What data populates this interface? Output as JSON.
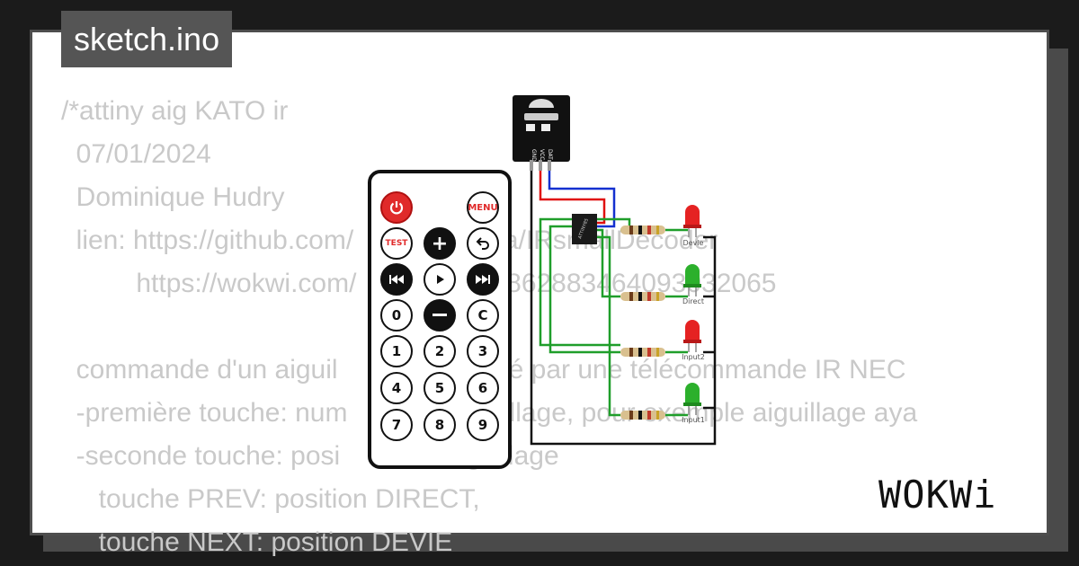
{
  "title": "sketch.ino",
  "code_lines": [
    "/*attiny aig KATO ir",
    "  07/01/2024",
    "  Dominique Hudry",
    "  lien: https://github.com/                    a/IRsmallDecoder",
    "          https://wokwi.com/                  3862883464093032065",
    "",
    "  commande d'un aiguil                 codé par une télécommande IR NEC",
    "  -première touche: num              aiguillage, pour exemple aiguillage aya",
    "  -seconde touche: posi              aiguillage",
    "     touche PREV: position DIRECT,",
    "     touche NEXT: position DEVIE"
  ],
  "remote": {
    "power_icon": "power-icon",
    "menu": "MENU",
    "test": "TEST",
    "plus": "+",
    "back_icon": "return-arrow-icon",
    "prev_icon": "prev-icon",
    "play_icon": "play-icon",
    "next_icon": "next-icon",
    "zero": "0",
    "minus_icon": "minus-icon",
    "c": "C",
    "one": "1",
    "two": "2",
    "three": "3",
    "four": "4",
    "five": "5",
    "six": "6",
    "seven": "7",
    "eight": "8",
    "nine": "9"
  },
  "ir_receiver": {
    "pins": [
      "GND",
      "VCC",
      "DAT"
    ]
  },
  "chip": {
    "label": "ATTINY85"
  },
  "leds": [
    {
      "label": "Devie",
      "color": "#e52222"
    },
    {
      "label": "Direct",
      "color": "#2cb02c"
    },
    {
      "label": "Input2",
      "color": "#e52222"
    },
    {
      "label": "Input1",
      "color": "#2cb02c"
    }
  ],
  "wire_colors": {
    "green": "#1f9e2a",
    "red": "#e01010",
    "blue": "#1430d0",
    "black": "#111111"
  },
  "logo": "WOKWi"
}
